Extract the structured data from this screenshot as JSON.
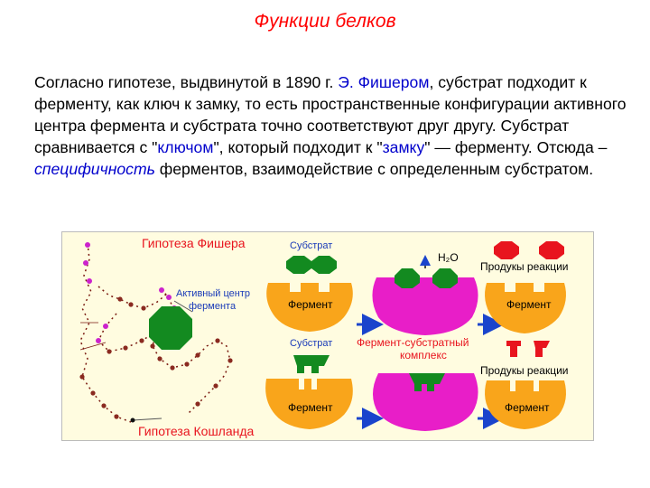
{
  "slide": {
    "title": "Функции белков",
    "paragraph": {
      "t1": "Согласно гипотезе, выдвинутой в 1890 г. ",
      "fischer": "Э. Фишером",
      "t2": ", субстрат подходит к ферменту, как ключ к замку, то есть пространственные конфигурации активного центра фермента и субстрата точно соответствуют друг другу. Субстрат сравнивается с \"",
      "key": "ключом",
      "t3": "\", который подходит к \"",
      "lock": "замку",
      "t4": "\" — ферменту. Отсюда – ",
      "specificity": "специфичность",
      "t5": " ферментов, взаимодействие с определенным субстратом."
    }
  },
  "figure": {
    "fischer_title": "Гипотеза Фишера",
    "koshland_title": "Гипотеза Кошланда",
    "active_center_1": "Активный центр",
    "active_center_2": "фермента",
    "substrate": "Субстрат",
    "enzyme": "Фермент",
    "water": "H₂O",
    "products": "Продукы реакции",
    "complex_1": "Фермент-субстратный",
    "complex_2": "комплекс"
  },
  "colors": {
    "title": "#ff0000",
    "link_blue": "#0000cc",
    "enzyme_orange": "#f9a51b",
    "complex_magenta": "#e81ec8",
    "substrate_green": "#138a20",
    "product_red": "#e8141e",
    "figure_label_red": "#e8141e",
    "figure_label_blue": "#1a3bb8",
    "arrow_blue": "#1a44cc",
    "figure_bg": "#fffce0"
  }
}
